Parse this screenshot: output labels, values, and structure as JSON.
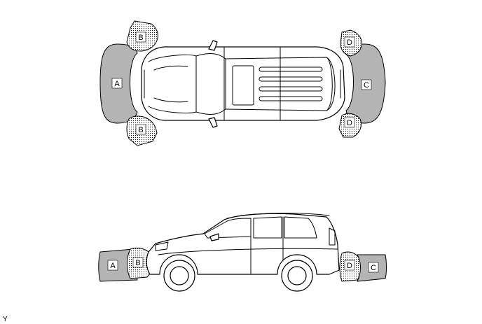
{
  "zones": {
    "a": "A",
    "b": "B",
    "c": "C",
    "d": "D"
  },
  "corner_code": "Y",
  "colors": {
    "solid_zone": "#b4b4b4",
    "dotted_zone_dots": "#000000",
    "outline": "#000000"
  }
}
